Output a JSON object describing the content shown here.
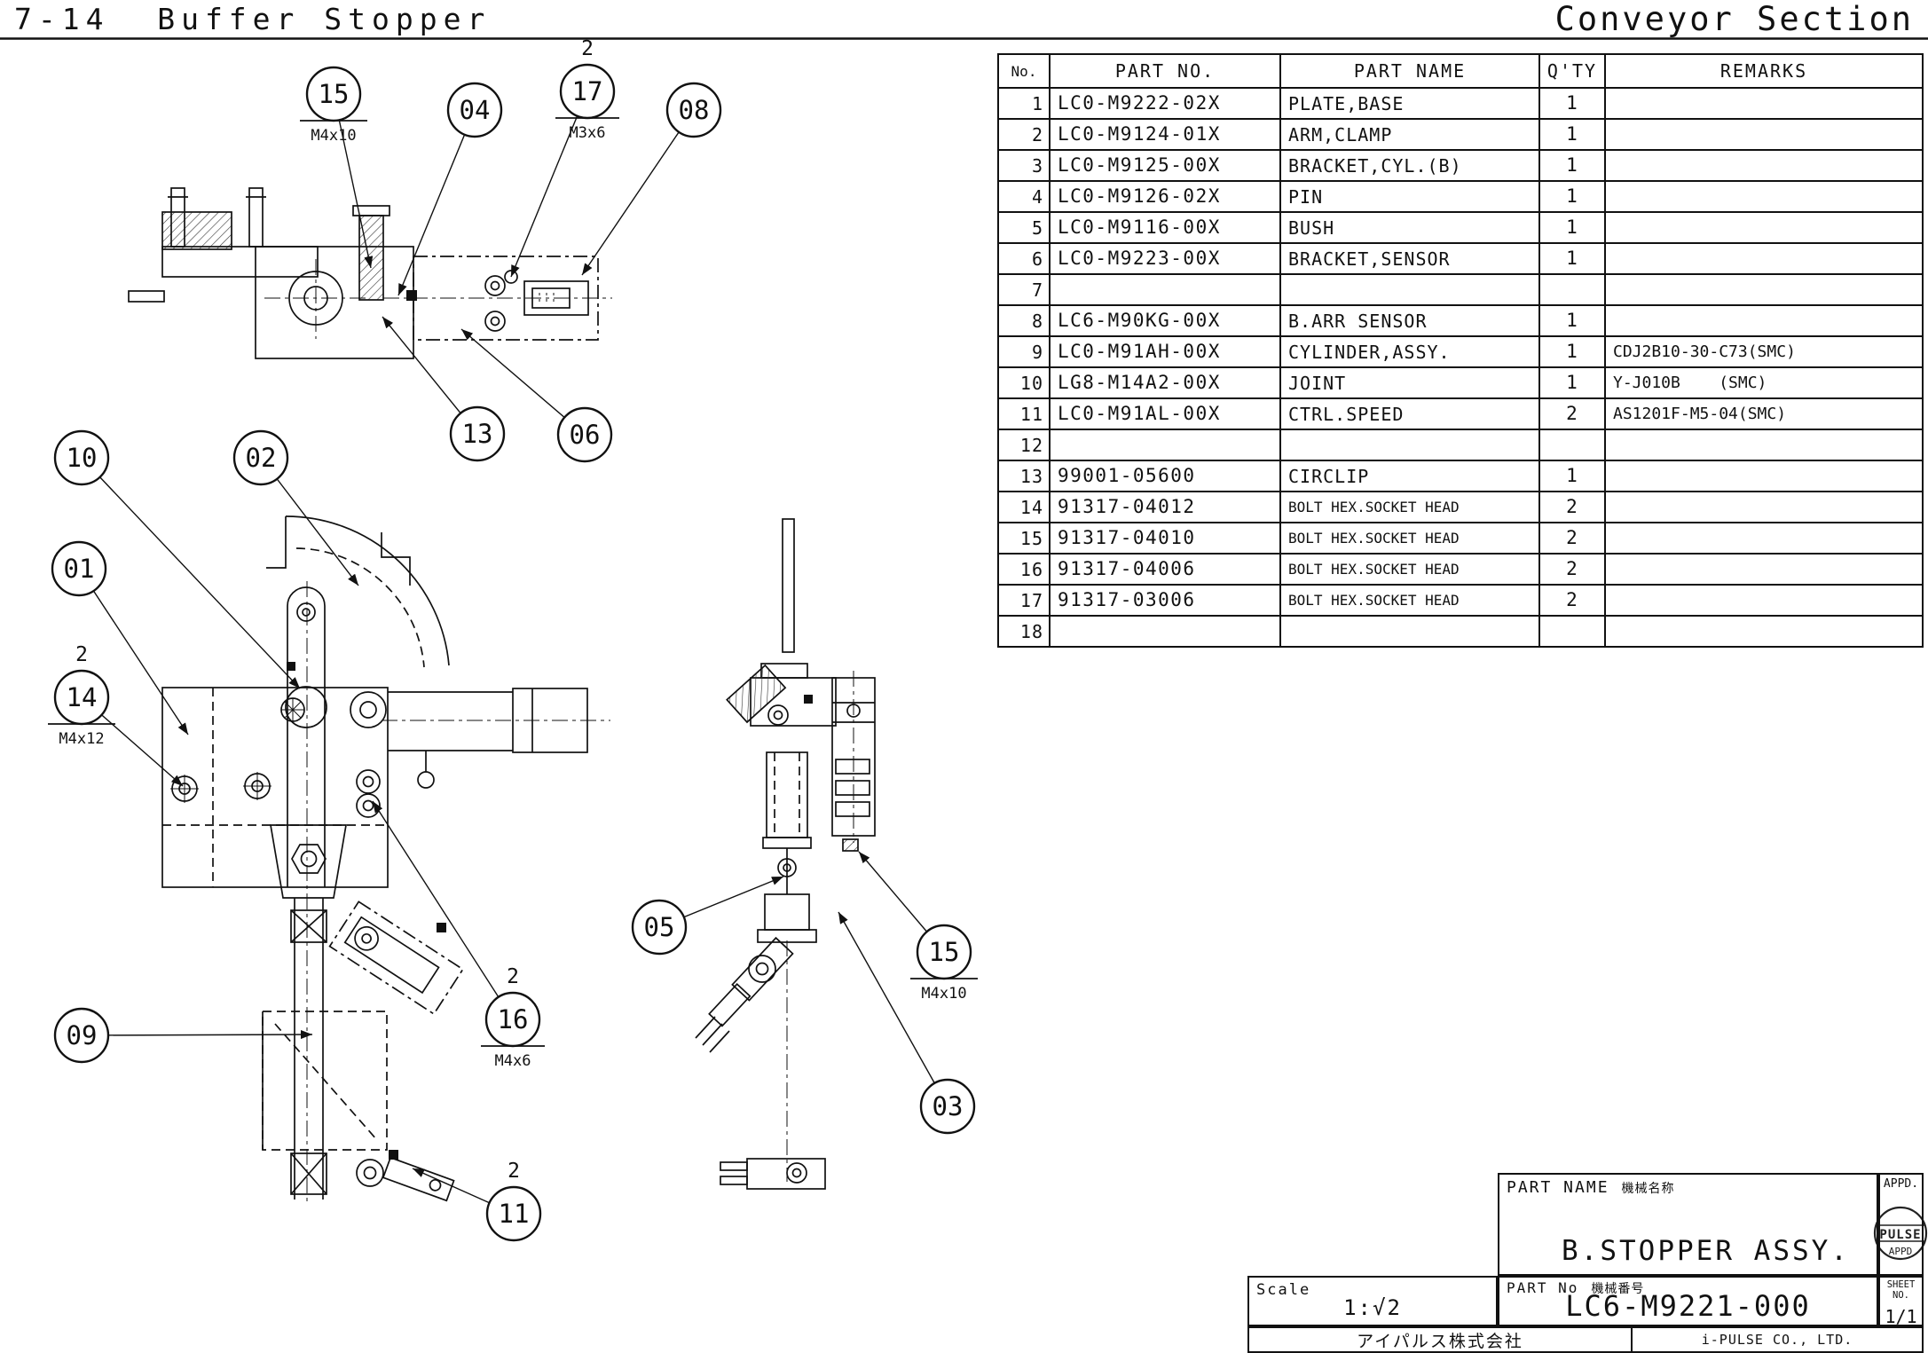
{
  "header": {
    "title_left": "7-14  Buffer Stopper",
    "title_right": "Conveyor Section"
  },
  "parts_table": {
    "headers": {
      "no": "No.",
      "part_no": "PART NO.",
      "part_name": "PART NAME",
      "qty": "Q'TY",
      "remarks": "REMARKS"
    },
    "rows": [
      {
        "no": "1",
        "part_no": "LC0-M9222-02X",
        "part_name": "PLATE,BASE",
        "qty": "1",
        "remarks": ""
      },
      {
        "no": "2",
        "part_no": "LC0-M9124-01X",
        "part_name": "ARM,CLAMP",
        "qty": "1",
        "remarks": ""
      },
      {
        "no": "3",
        "part_no": "LC0-M9125-00X",
        "part_name": "BRACKET,CYL.(B)",
        "qty": "1",
        "remarks": ""
      },
      {
        "no": "4",
        "part_no": "LC0-M9126-02X",
        "part_name": "PIN",
        "qty": "1",
        "remarks": ""
      },
      {
        "no": "5",
        "part_no": "LC0-M9116-00X",
        "part_name": "BUSH",
        "qty": "1",
        "remarks": ""
      },
      {
        "no": "6",
        "part_no": "LC0-M9223-00X",
        "part_name": "BRACKET,SENSOR",
        "qty": "1",
        "remarks": ""
      },
      {
        "no": "7",
        "part_no": "",
        "part_name": "",
        "qty": "",
        "remarks": ""
      },
      {
        "no": "8",
        "part_no": "LC6-M90KG-00X",
        "part_name": "B.ARR SENSOR",
        "qty": "1",
        "remarks": ""
      },
      {
        "no": "9",
        "part_no": "LC0-M91AH-00X",
        "part_name": "CYLINDER,ASSY.",
        "qty": "1",
        "remarks": "CDJ2B10-30-C73(SMC)"
      },
      {
        "no": "10",
        "part_no": "LG8-M14A2-00X",
        "part_name": "JOINT",
        "qty": "1",
        "remarks": "Y-J010B    (SMC)"
      },
      {
        "no": "11",
        "part_no": "LC0-M91AL-00X",
        "part_name": "CTRL.SPEED",
        "qty": "2",
        "remarks": "AS1201F-M5-04(SMC)"
      },
      {
        "no": "12",
        "part_no": "",
        "part_name": "",
        "qty": "",
        "remarks": ""
      },
      {
        "no": "13",
        "part_no": "99001-05600",
        "part_name": "CIRCLIP",
        "qty": "1",
        "remarks": ""
      },
      {
        "no": "14",
        "part_no": "91317-04012",
        "part_name": "BOLT HEX.SOCKET HEAD",
        "qty": "2",
        "remarks": ""
      },
      {
        "no": "15",
        "part_no": "91317-04010",
        "part_name": "BOLT HEX.SOCKET HEAD",
        "qty": "2",
        "remarks": ""
      },
      {
        "no": "16",
        "part_no": "91317-04006",
        "part_name": "BOLT HEX.SOCKET HEAD",
        "qty": "2",
        "remarks": ""
      },
      {
        "no": "17",
        "part_no": "91317-03006",
        "part_name": "BOLT HEX.SOCKET HEAD",
        "qty": "2",
        "remarks": ""
      },
      {
        "no": "18",
        "part_no": "",
        "part_name": "",
        "qty": "",
        "remarks": ""
      }
    ]
  },
  "balloons": [
    {
      "number": "15",
      "size": "M4x10"
    },
    {
      "number": "04"
    },
    {
      "number": "17",
      "size": "M3x6",
      "qty": "2"
    },
    {
      "number": "08"
    },
    {
      "number": "13"
    },
    {
      "number": "06"
    },
    {
      "number": "10"
    },
    {
      "number": "02"
    },
    {
      "number": "01"
    },
    {
      "number": "14",
      "size": "M4x12",
      "qty": "2"
    },
    {
      "number": "09"
    },
    {
      "number": "16",
      "size": "M4x6",
      "qty": "2"
    },
    {
      "number": "11",
      "qty": "2"
    },
    {
      "number": "05"
    },
    {
      "number": "15",
      "size": "M4x10"
    },
    {
      "number": "03"
    }
  ],
  "title_block": {
    "part_name_label": "PART NAME",
    "part_name_label_jp": "機械名称",
    "part_name_value": "B.STOPPER ASSY.",
    "scale_label": "Scale",
    "scale_value": "1:√2",
    "part_no_label": "PART No",
    "part_no_label_jp": "機械番号",
    "part_no_value": "LC6-M9221-000",
    "appd_label": "APPD.",
    "stamp_line1": "PULSE",
    "stamp_line2": "APPD",
    "sheet_label": "SHEET NO.",
    "sheet_value": "1/1",
    "company_jp": "アイパルス株式会社",
    "company_en": "i-PULSE CO., LTD."
  }
}
